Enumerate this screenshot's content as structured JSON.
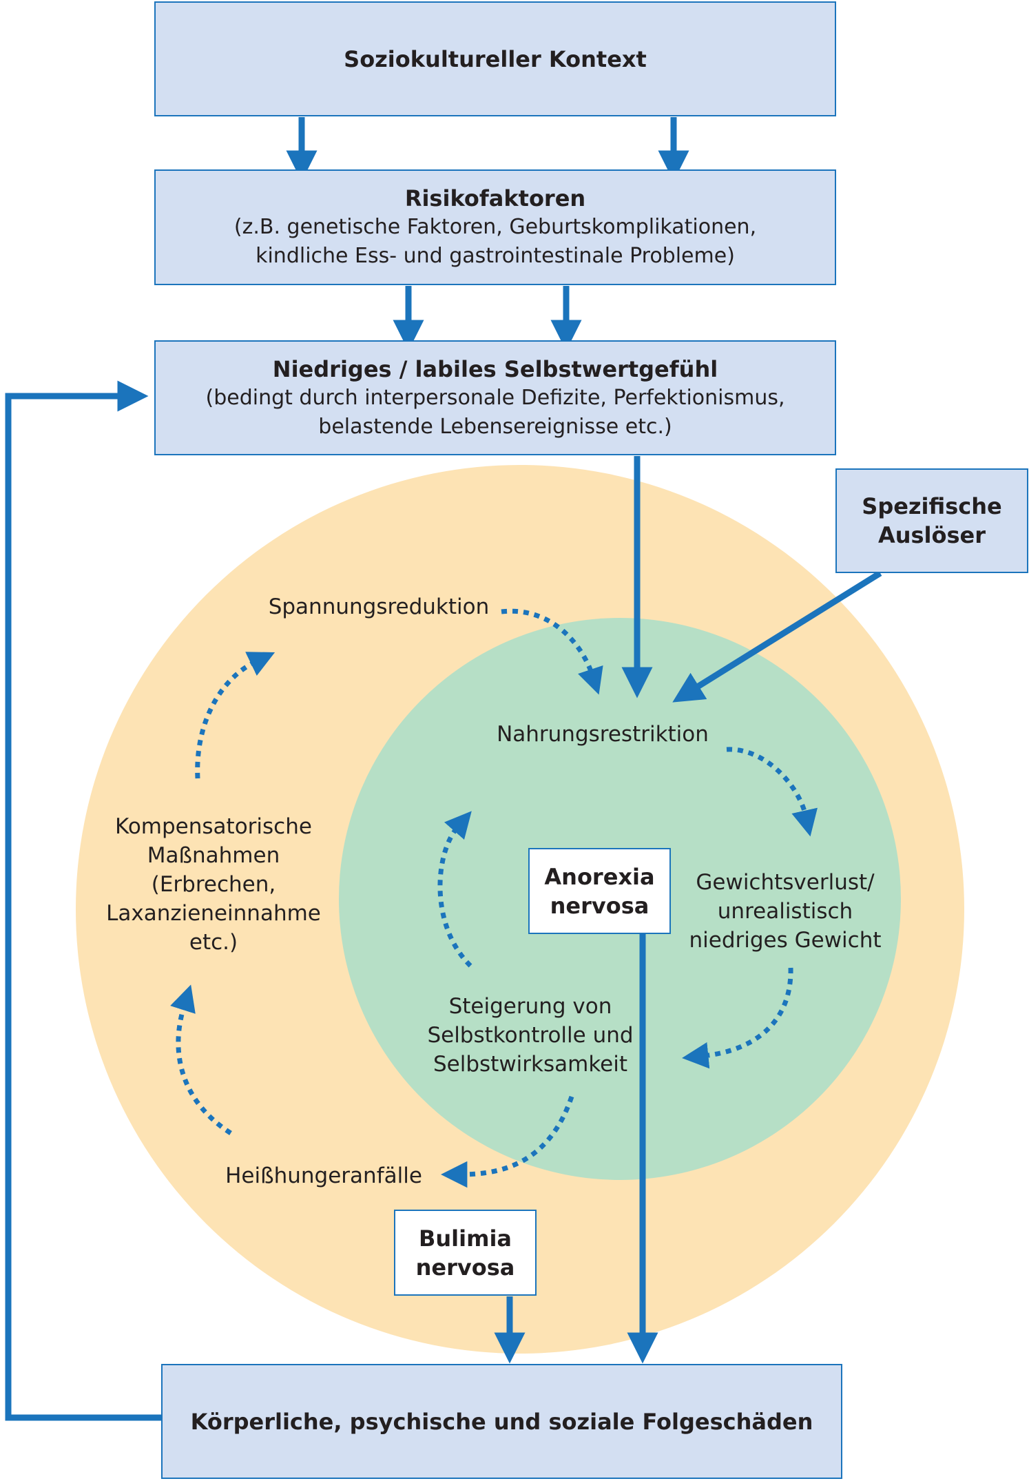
{
  "boxes": {
    "context": {
      "title": "Soziokultureller Kontext"
    },
    "risk": {
      "title": "Risikofaktoren",
      "detail": "(z.B. genetische Faktoren, Geburtskomplikationen,\nkindliche Ess- und gastrointestinale Probleme)"
    },
    "self_esteem": {
      "title": "Niedriges / labiles Selbstwertgefühl",
      "detail": "(bedingt durch interpersonale Defizite, Perfektionismus,\nbelastende Lebensereignisse etc.)"
    },
    "triggers": {
      "title": "Spezifische\nAuslöser"
    },
    "anorexia": {
      "title": "Anorexia\nnervosa"
    },
    "bulimia": {
      "title": "Bulimia\nnervosa"
    },
    "consequences": {
      "title": "Körperliche, psychische und soziale Folgeschäden"
    }
  },
  "cycle_labels": {
    "restriction": "Nahrungsrestriktion",
    "weight_loss": "Gewichtsverlust/\nunrealistisch\nniedriges Gewicht",
    "self_control": "Steigerung von\nSelbstkontrolle und\nSelbstwirksamkeit",
    "binge": "Heißhungeranfälle",
    "compensation": "Kompensatorische\nMaßnahmen\n(Erbrechen,\nLaxanzieneinnahme\netc.)",
    "tension": "Spannungsreduktion"
  },
  "colors": {
    "box_fill": "#d3dff2",
    "stroke": "#1b74bc",
    "outer_circle": "#fde3b4",
    "inner_circle": "#b6dfc6"
  }
}
